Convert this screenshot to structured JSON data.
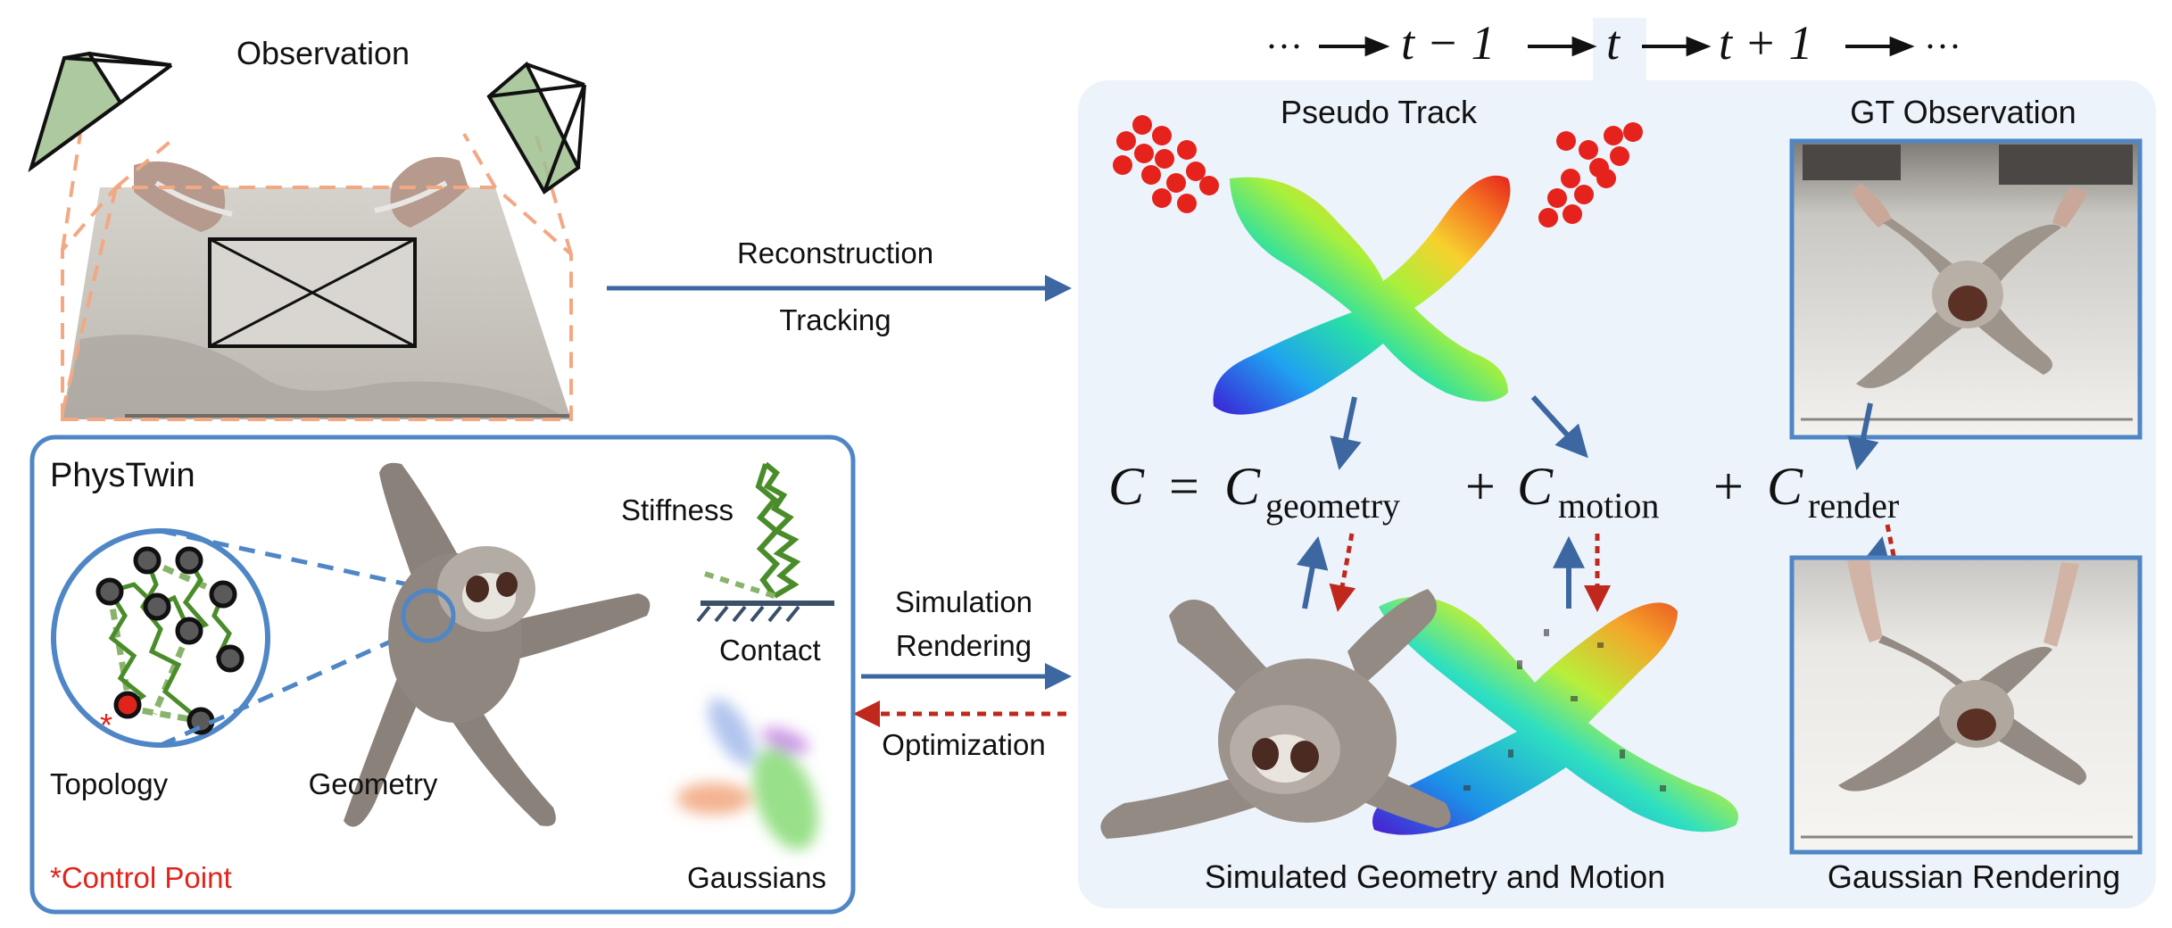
{
  "timeline": {
    "left_dots": "···",
    "t_minus": "t − 1",
    "t": "t",
    "t_plus": "t + 1",
    "right_dots": "···"
  },
  "observation": {
    "title": "Observation"
  },
  "arrows": {
    "reconstruction": "Reconstruction",
    "tracking": "Tracking",
    "simulation": "Simulation",
    "rendering": "Rendering",
    "optimization": "Optimization"
  },
  "physTwin": {
    "title": "PhysTwin",
    "stiffness": "Stiffness",
    "contact": "Contact",
    "topology": "Topology",
    "geometry": "Geometry",
    "gaussians": "Gaussians",
    "control_point": "*Control Point",
    "control_star": "*"
  },
  "right_panel": {
    "pseudo_track": "Pseudo Track",
    "gt_observation": "GT Observation",
    "simulated": "Simulated Geometry and Motion",
    "gaussian_rendering": "Gaussian Rendering"
  },
  "equation": {
    "lhs": "C",
    "eq": "=",
    "c": "C",
    "geometry_sub": "geometry",
    "plus": "+",
    "motion_sub": "motion",
    "render_sub": "render"
  },
  "colors": {
    "panel_border": "#4f86c6",
    "panel_fill": "#edf3fa",
    "arrow_blue": "#3c67a0",
    "arrow_red": "#c0281e",
    "green": "#4a8c2a",
    "orange_dash": "#f2a883",
    "control_red": "#e0241b"
  }
}
